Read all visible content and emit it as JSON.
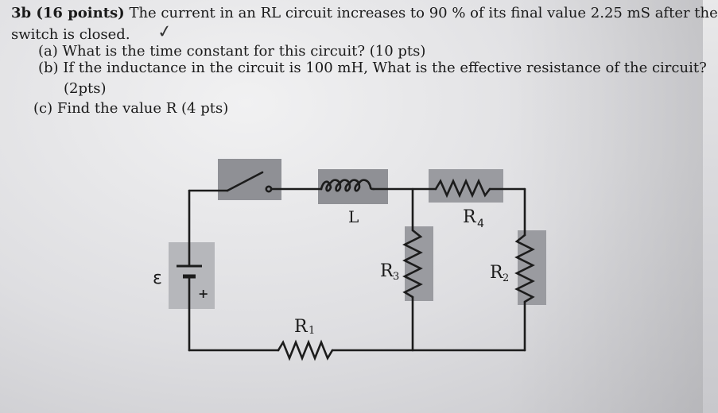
{
  "problem": {
    "heading": "3b (16 points)",
    "intro": "The current in an RL circuit increases to 90 % of its final value 2.25 mS after the",
    "intro_cont": "switch is closed.",
    "part_a": "(a) What is the time constant for this circuit? (10 pts)",
    "part_b": "(b) If the inductance in the circuit is 100 mH, What is the effective resistance of the circuit?",
    "part_b_pts": "(2pts)",
    "part_c": "(c) Find the value R (4 pts)"
  },
  "circuit": {
    "emf_label": "ε",
    "plus_label": "+",
    "inductor_label": "L",
    "r1_label": "R",
    "r1_sub": "1",
    "r2_label": "R",
    "r2_sub": "2",
    "r3_label": "R",
    "r3_sub": "3",
    "r4_label": "R",
    "r4_sub": "4"
  },
  "annotations": {
    "check_mark": "✓"
  }
}
